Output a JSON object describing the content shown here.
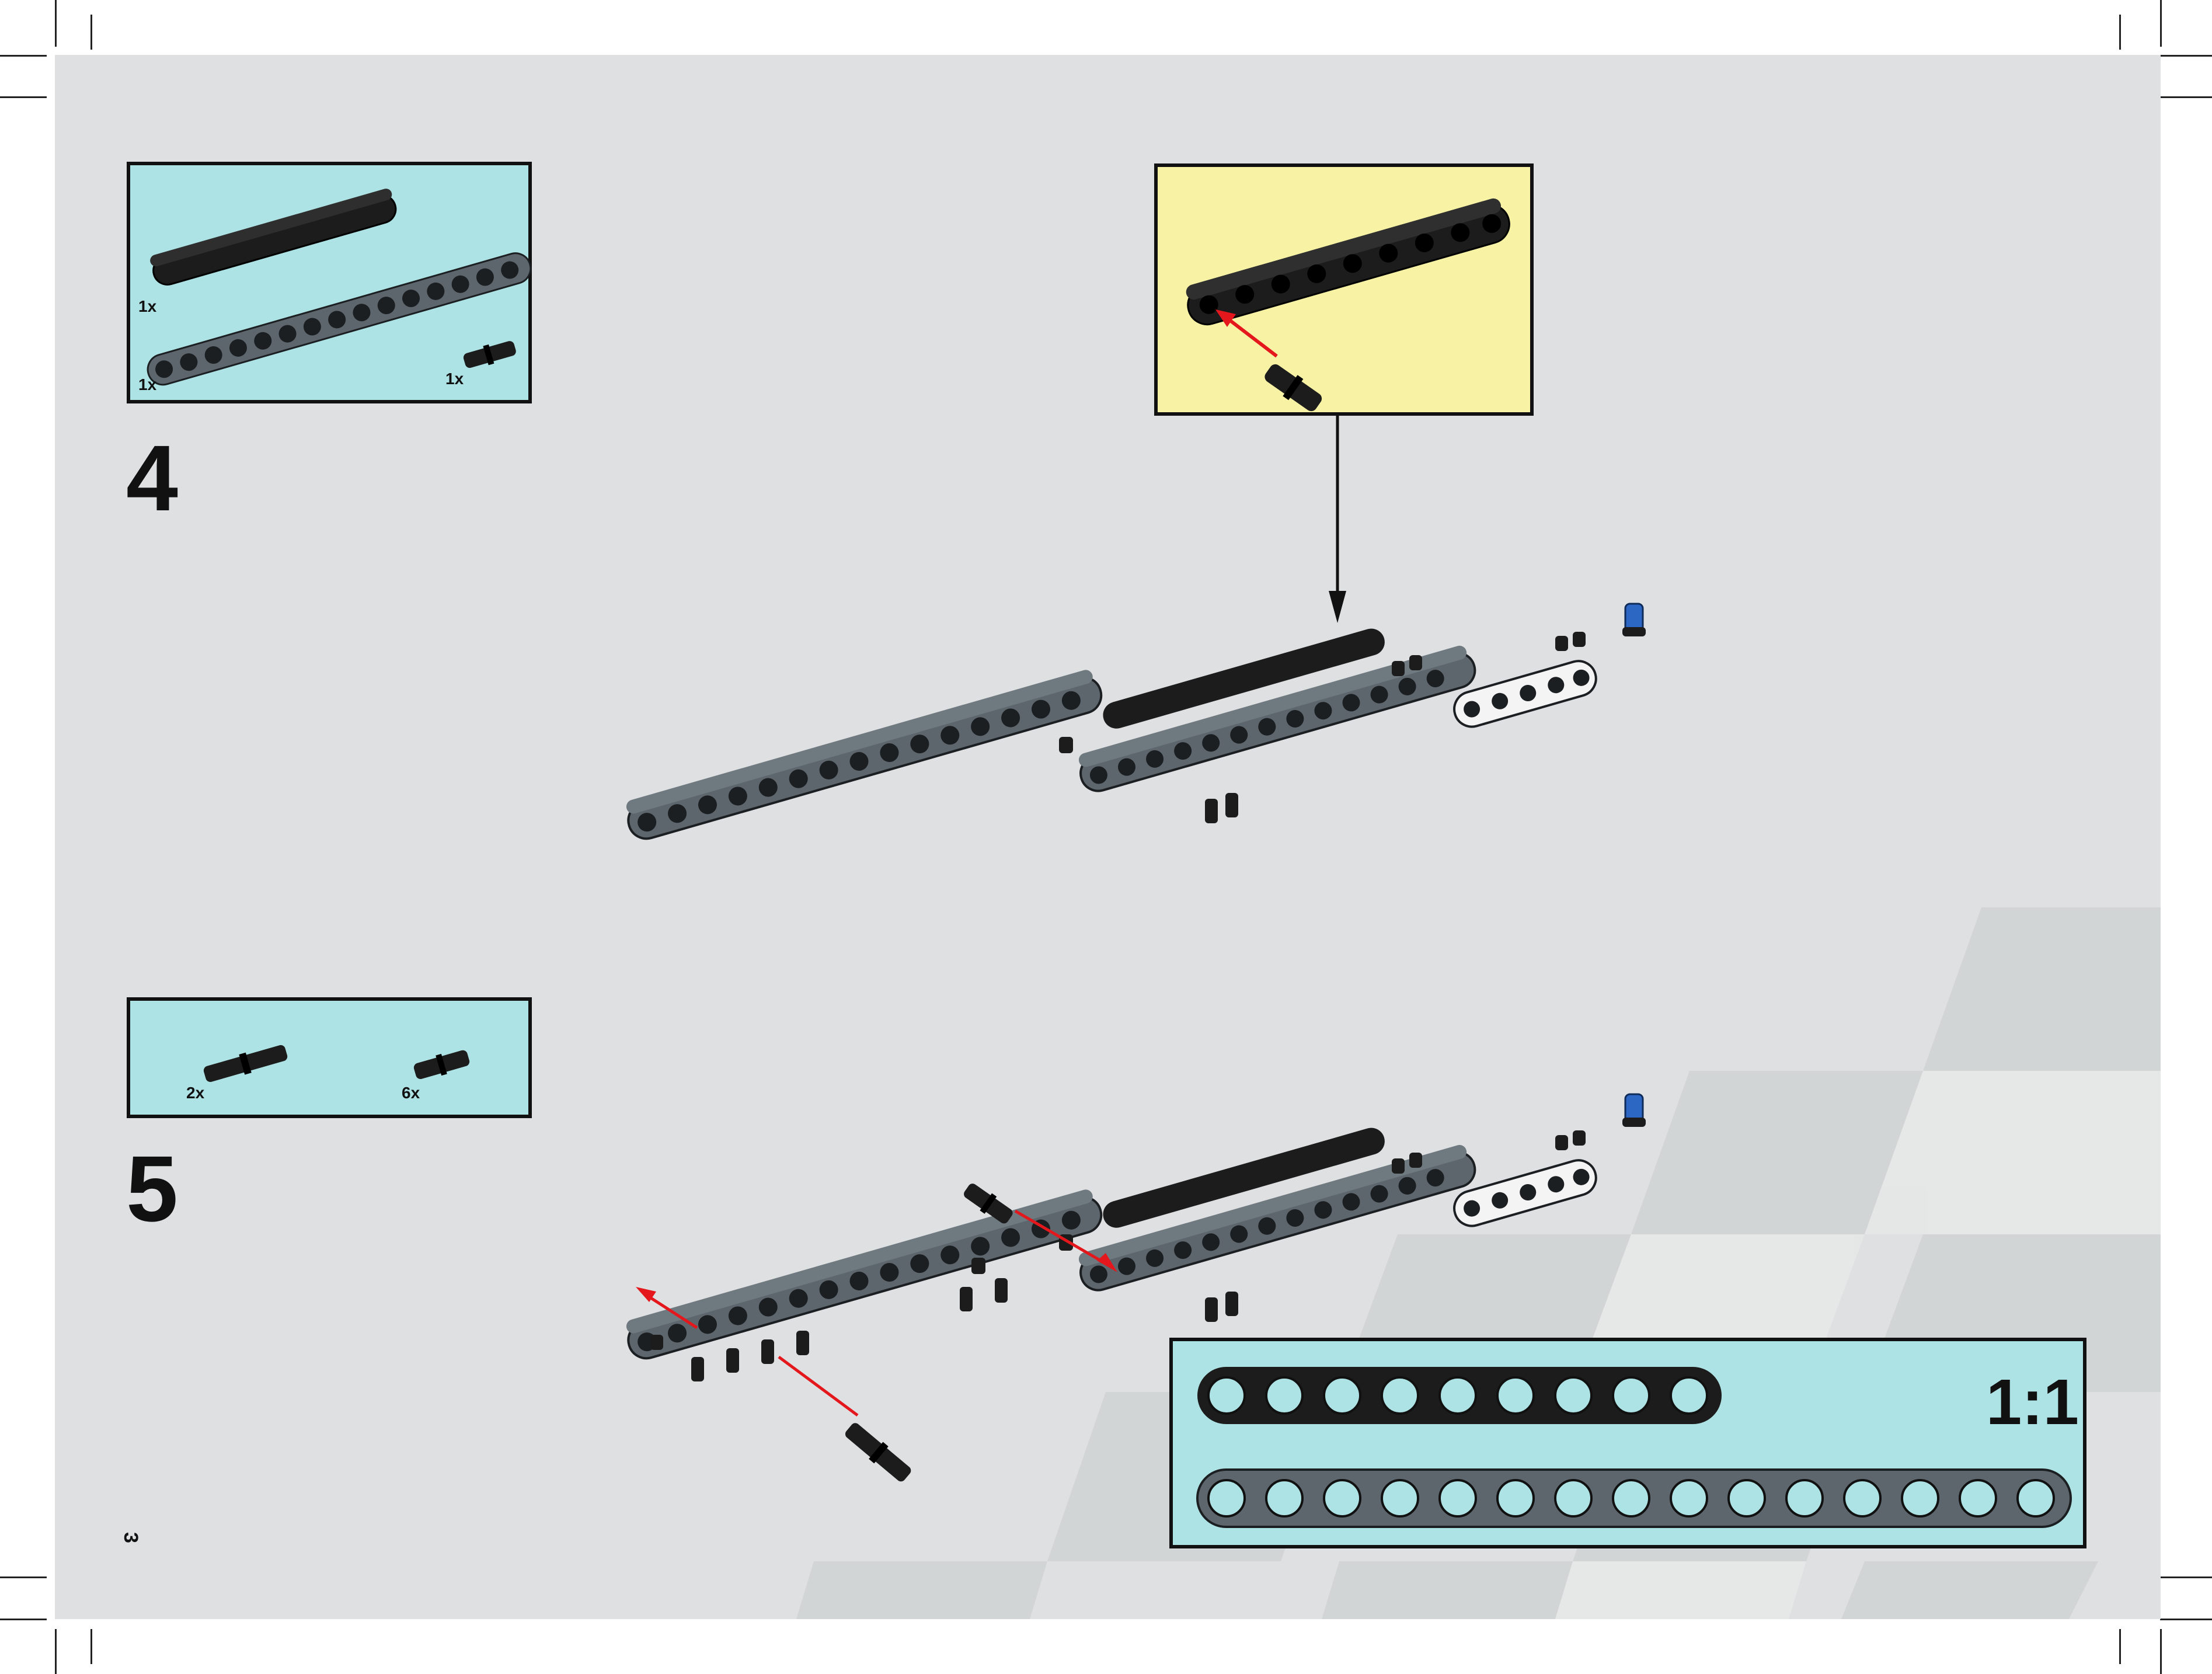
{
  "page": {
    "number": "3"
  },
  "steps": [
    {
      "number": "4",
      "parts": [
        {
          "name": "black-beam-7",
          "qty": "1x"
        },
        {
          "name": "dark-gray-beam-15",
          "qty": "1x"
        },
        {
          "name": "black-connector-pin",
          "qty": "1x"
        }
      ]
    },
    {
      "number": "5",
      "parts": [
        {
          "name": "long-black-pin",
          "qty": "2x"
        },
        {
          "name": "black-connector-pin",
          "qty": "6x"
        }
      ]
    }
  ],
  "scale_reference": {
    "label": "1:1",
    "beam_lengths": [
      9,
      15
    ]
  },
  "colors": {
    "page_bg": "#dfe0e1",
    "parts_box": "#aee3e5",
    "callout": "#f8f3a4",
    "beam_dark_gray": "#5d666d",
    "beam_black": "#1c1c1c",
    "beam_white": "#f4f4f4",
    "arrow_red": "#e3171c",
    "pin_blue": "#2d67c4"
  }
}
